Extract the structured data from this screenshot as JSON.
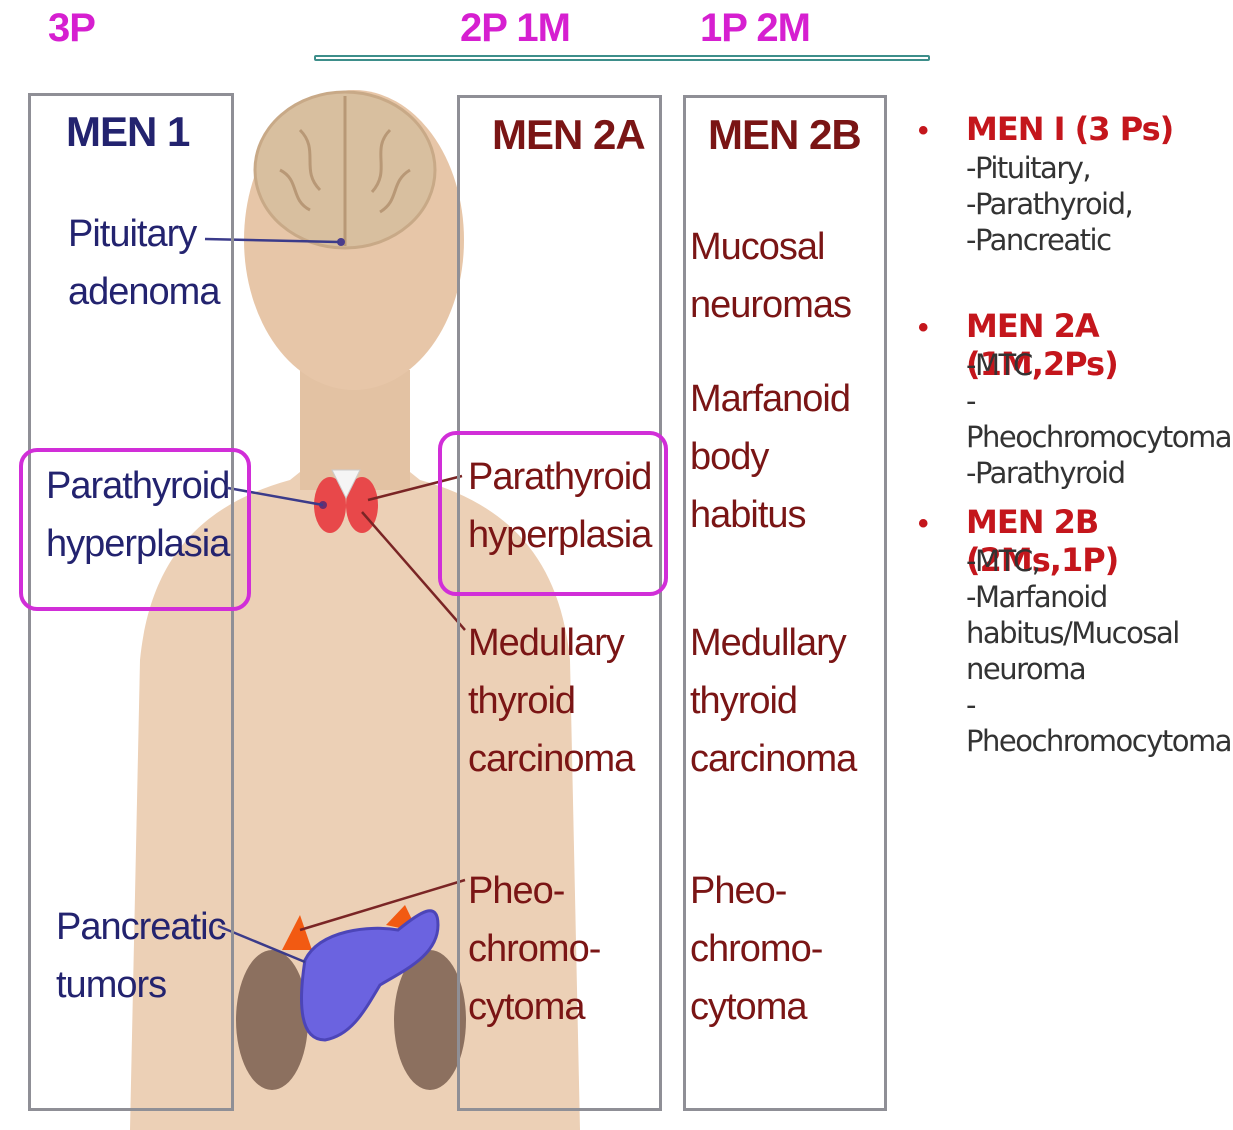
{
  "header": {
    "left_count": "3P",
    "mid_count": "2P 1M",
    "right_count": "1P 2M"
  },
  "columns": {
    "men1": {
      "title": "MEN 1",
      "features": [
        "Pituitary\nadenoma",
        "Parathyroid\nhyperplasia",
        "Pancreatic\ntumors"
      ]
    },
    "men2a": {
      "title": "MEN 2A",
      "features": [
        "Parathyroid\nhyperplasia",
        "Medullary\nthyroid\ncarcinoma",
        "Pheo-\nchromo-\ncytoma"
      ]
    },
    "men2b": {
      "title": "MEN 2B",
      "features": [
        "Mucosal\nneuromas",
        "Marfanoid\nbody\nhabitus",
        "Medullary\nthyroid\ncarcinoma",
        "Pheo-\nchromo-\ncytoma"
      ]
    }
  },
  "summary": [
    {
      "bullet": "•",
      "title": "MEN I (3 Ps)",
      "body": "-Pituitary,\n-Parathyroid,\n-Pancreatic"
    },
    {
      "bullet": "•",
      "title": "MEN 2A (1M,2Ps)",
      "body": "-MTC\n-Pheochromocytoma\n-Parathyroid"
    },
    {
      "bullet": "•",
      "title": "MEN 2B (2Ms,1P)",
      "body": "-MTC,\n-Marfanoid\nhabitus/Mucosal\nneuroma\n-Pheochromocytoma"
    }
  ],
  "colors": {
    "counter": "#d61fd0",
    "men1_text": "#23236f",
    "men2_text": "#7a1515",
    "highlight": "#d12ed8",
    "summary_title": "#c4161c",
    "skin": "#e9c9ac"
  }
}
